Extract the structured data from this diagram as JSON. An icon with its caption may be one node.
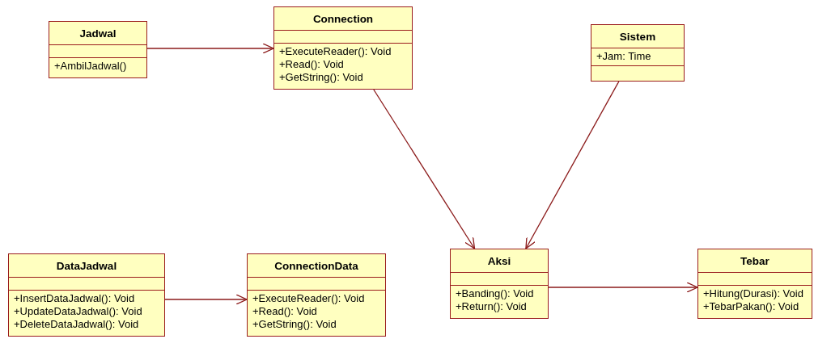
{
  "diagram": {
    "nodes": [
      {
        "text": [
          "Jadwal",
          "+AmbilJadwal()"
        ]
      },
      {
        "text": [
          "Connection",
          "+ExecuteReader(): Void",
          "+Read(): Void",
          "+GetString(): Void"
        ]
      },
      {
        "text": [
          "Sistem",
          "+Jam: Time"
        ]
      },
      {
        "text": [
          "DataJadwal",
          "+InsertDataJadwal(): Void",
          "+UpdateDataJadwal(): Void",
          "+DeleteDataJadwal(): Void"
        ]
      },
      {
        "text": [
          "ConnectionData",
          "+ExecuteReader(): Void",
          "+Read(): Void",
          "+GetString(): Void"
        ]
      },
      {
        "text": [
          "Aksi",
          "+Banding(): Void",
          "+Return(): Void"
        ]
      },
      {
        "text": [
          "Tebar",
          "+Hitung(Durasi): Void",
          "+TebarPakan(): Void"
        ]
      }
    ],
    "edges": [
      {
        "from": 0,
        "to": 1,
        "arrow": "to"
      },
      {
        "from": 1,
        "to": 5,
        "arrow": "to"
      },
      {
        "from": 2,
        "to": 5,
        "arrow": "to"
      },
      {
        "from": 3,
        "to": 4,
        "arrow": "to"
      },
      {
        "from": 5,
        "to": 6,
        "arrow": "to"
      }
    ]
  }
}
